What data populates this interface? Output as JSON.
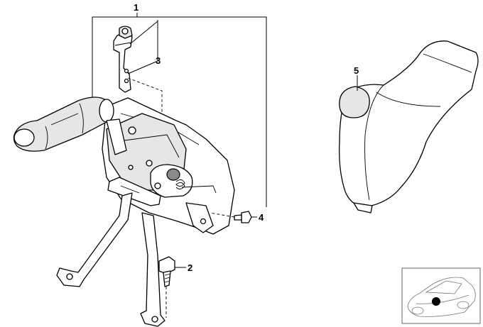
{
  "callouts": {
    "c1": "1",
    "c2": "2",
    "c3": "3",
    "c4": "4",
    "c5": "5"
  },
  "inset": {
    "marker_color": "#000000"
  }
}
